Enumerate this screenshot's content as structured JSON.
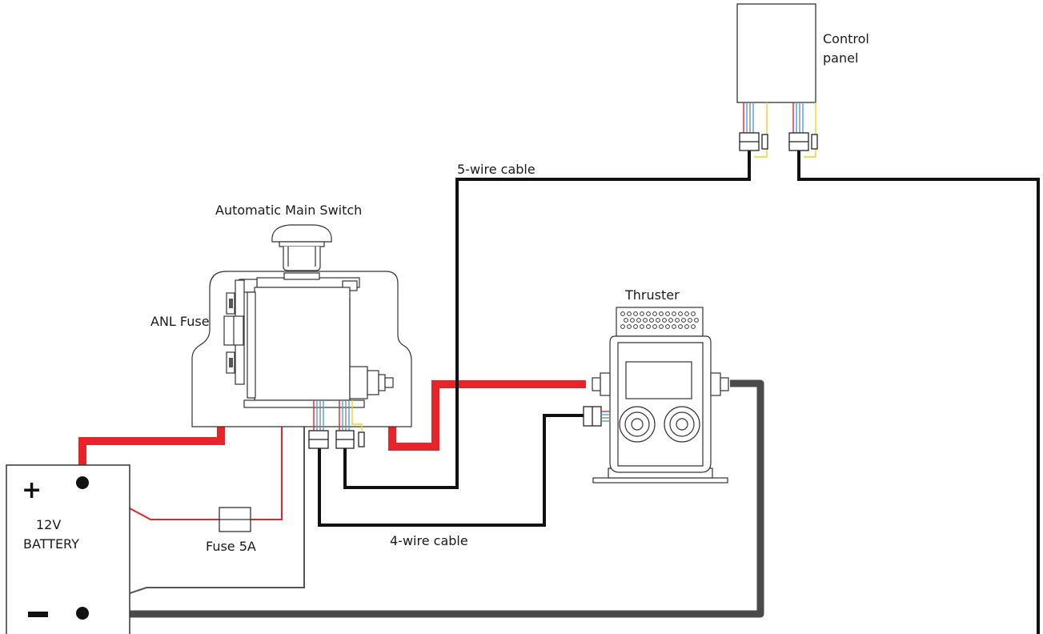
{
  "labels": {
    "control_panel_line1": "Control",
    "control_panel_line2": "panel",
    "five_wire": "5-wire cable",
    "main_switch": "Automatic Main Switch",
    "thruster": "Thruster",
    "anl_fuse": "ANL Fuse",
    "battery_line1": "12V",
    "battery_line2": "BATTERY",
    "fuse_5a": "Fuse 5A",
    "four_wire": "4-wire cable",
    "plus": "+",
    "minus": "−"
  },
  "colors": {
    "positive_cable": "#e8232a",
    "negative_cable": "#4a4a4a",
    "signal_cable": "#111111",
    "outline": "#333333",
    "wire_red": "#e8232a",
    "wire_blue": "#4aa3df",
    "wire_yellow": "#f2d21b",
    "wire_grey": "#888888"
  }
}
